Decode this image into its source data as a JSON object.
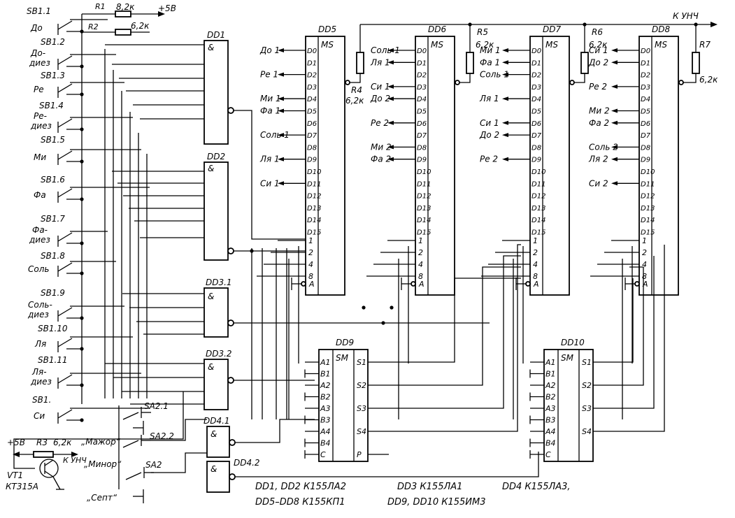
{
  "power": {
    "plus5v": "+5В",
    "to_amp": "К УНЧ"
  },
  "resistors": [
    {
      "ref": "R1",
      "value": "8,2к"
    },
    {
      "ref": "R2",
      "value": "6,2к"
    },
    {
      "ref": "R3",
      "value": "6,2к"
    },
    {
      "ref": "R4",
      "value": "6,2к"
    },
    {
      "ref": "R5",
      "value": "6,2к"
    },
    {
      "ref": "R6",
      "value": "6,2к"
    },
    {
      "ref": "R7",
      "value": "6,2к"
    }
  ],
  "keys": [
    {
      "ref": "SB1.1",
      "note": [
        "До"
      ]
    },
    {
      "ref": "SB1.2",
      "note": [
        "До-",
        "диез"
      ]
    },
    {
      "ref": "SB1.3",
      "note": [
        "Ре"
      ]
    },
    {
      "ref": "SB1.4",
      "note": [
        "Ре-",
        "диез"
      ]
    },
    {
      "ref": "SB1.5",
      "note": [
        "Ми"
      ]
    },
    {
      "ref": "SB1.6",
      "note": [
        "Фа"
      ]
    },
    {
      "ref": "SB1.7",
      "note": [
        "Фа-",
        "диез"
      ]
    },
    {
      "ref": "SB1.8",
      "note": [
        "Соль"
      ]
    },
    {
      "ref": "SB1.9",
      "note": [
        "Соль-",
        "диез"
      ]
    },
    {
      "ref": "SB1.10",
      "note": [
        "Ля"
      ]
    },
    {
      "ref": "SB1.11",
      "note": [
        "Ля-",
        "диез"
      ]
    },
    {
      "ref": "SB1.",
      "note": [
        "Си"
      ]
    }
  ],
  "gates": [
    {
      "ref": "DD1",
      "symbol": "&"
    },
    {
      "ref": "DD2",
      "symbol": "&"
    },
    {
      "ref": "DD3.1",
      "symbol": "&"
    },
    {
      "ref": "DD3.2",
      "symbol": "&"
    },
    {
      "ref": "DD4.1",
      "symbol": "&"
    },
    {
      "ref": "DD4.2",
      "symbol": "&"
    }
  ],
  "muxes": [
    {
      "ref": "DD5",
      "type": "MS",
      "outputs": [
        "До 1",
        "Ре 1",
        "Ми 1",
        "Фа 1",
        "Соль 1",
        "Ля 1",
        "Си 1"
      ]
    },
    {
      "ref": "DD6",
      "type": "MS",
      "outputs": [
        "Соль 1",
        "Ля 1",
        "Си 1",
        "До 2",
        "Ре 2",
        "Ми 2",
        "Фа 2"
      ]
    },
    {
      "ref": "DD7",
      "type": "MS",
      "outputs": [
        "Ми 1",
        "Фа 1",
        "Соль 1",
        "Ля 1",
        "Си 1",
        "До 2",
        "Ре 2"
      ]
    },
    {
      "ref": "DD8",
      "type": "MS",
      "outputs": [
        "Си 1",
        "До 2",
        "Ре 2",
        "Ми 2",
        "Фа 2",
        "Соль 2",
        "Ля 2",
        "Си 2"
      ]
    }
  ],
  "mux_pins": {
    "data": [
      "D0",
      "D1",
      "D2",
      "D3",
      "D4",
      "D5",
      "D6",
      "D7",
      "D8",
      "D9",
      "D10",
      "D11",
      "D12",
      "D13",
      "D14",
      "D15"
    ],
    "address": [
      "1",
      "2",
      "4",
      "8"
    ],
    "enable": "A"
  },
  "adders": [
    {
      "ref": "DD9",
      "type": "SM",
      "inputs": [
        "A1",
        "B1",
        "A2",
        "B2",
        "A3",
        "B3",
        "A4",
        "B4",
        "C"
      ],
      "outputs": [
        "S1",
        "S2",
        "S3",
        "S4",
        "P"
      ]
    },
    {
      "ref": "DD10",
      "type": "SM",
      "inputs": [
        "A1",
        "B1",
        "A2",
        "B2",
        "A3",
        "B3",
        "A4",
        "B4",
        "C"
      ],
      "outputs": [
        "S1",
        "S2",
        "S3",
        "S4"
      ]
    }
  ],
  "switches": {
    "sa21": "SA2.1",
    "sa22": "SA2.2",
    "sa2": "SA2",
    "modes": [
      "„Мажор“",
      "„Минор“",
      "„Септ“"
    ]
  },
  "transistor": {
    "ref": "VT1",
    "type": "КТ315А"
  },
  "legend": [
    [
      "DD1, DD2  К155ЛА2",
      "DD3  К155ЛА1",
      "DD4  К155ЛА3,"
    ],
    [
      "DD5–DD8  К155КП1",
      "DD9, DD10  К155ИМ3"
    ]
  ]
}
